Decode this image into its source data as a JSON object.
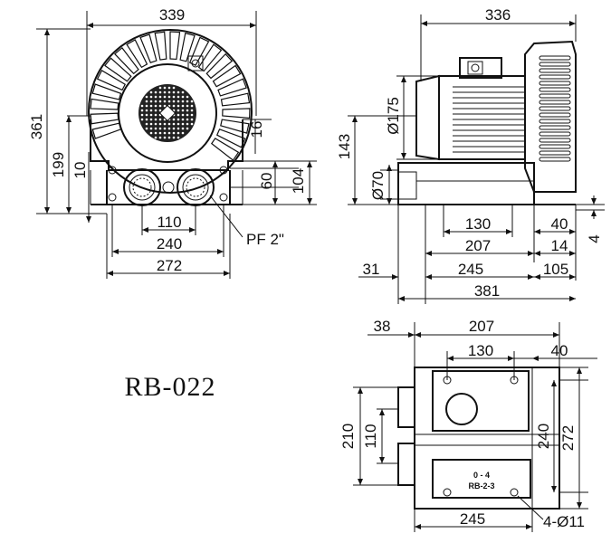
{
  "title": "RB-022",
  "front_view": {
    "width": "339",
    "height": "361",
    "h199": "199",
    "h10": "10",
    "h16": "16",
    "h60": "60",
    "h104": "104",
    "w110": "110",
    "w240": "240",
    "w272": "272",
    "port": "PF 2\""
  },
  "side_view": {
    "width": "336",
    "d175": "Ø175",
    "d70": "Ø70",
    "h143": "143",
    "w130": "130",
    "w40": "40",
    "w207": "207",
    "w14": "14",
    "h4": "4",
    "w31": "31",
    "w245": "245",
    "w105": "105",
    "w381": "381"
  },
  "base_view": {
    "w38": "38",
    "w207": "207",
    "w130": "130",
    "w40": "40",
    "h210": "210",
    "h110": "110",
    "h240": "240",
    "h272": "272",
    "w245": "245",
    "holes": "4-Ø11",
    "plate_line1": "0 - 4",
    "plate_line2": "RB-2-3"
  }
}
